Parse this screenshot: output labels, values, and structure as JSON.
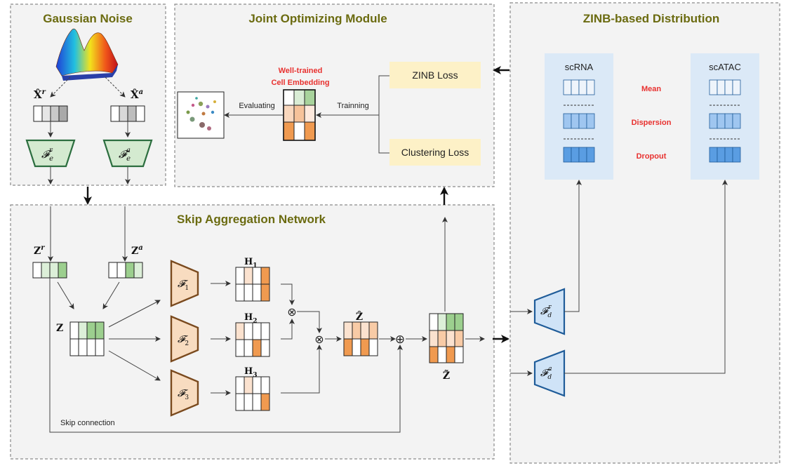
{
  "panels": {
    "gaussian": {
      "title": "Gaussian Noise"
    },
    "joint": {
      "title": "Joint Optimizing Module"
    },
    "skip": {
      "title": "Skip Aggregation Network"
    },
    "zinb": {
      "title": "ZINB-based Distribution"
    }
  },
  "gaussian": {
    "xr": "X̂",
    "xr_sup": "r",
    "xa": "X̂",
    "xa_sup": "a",
    "encoder_r": "𝓕",
    "encoder_r_sub": "e",
    "encoder_r_sup": "r",
    "encoder_a": "𝓕",
    "encoder_a_sub": "e",
    "encoder_a_sup": "a"
  },
  "joint": {
    "embedding_line1": "Well-trained",
    "embedding_line2": "Cell Embedding",
    "evaluating": "Evaluating",
    "training": "Trainning",
    "zinb_loss": "ZINB Loss",
    "clustering_loss": "Clustering Loss"
  },
  "skip": {
    "zr": "Z",
    "zr_sup": "r",
    "za": "Z",
    "za_sup": "a",
    "z": "Z",
    "f1": "𝓕",
    "f1_sub": "1",
    "f2": "𝓕",
    "f2_sub": "2",
    "f3": "𝓕",
    "f3_sub": "3",
    "h1": "H",
    "h1_sub": "1",
    "h2": "H",
    "h2_sub": "2",
    "h3": "H",
    "h3_sub": "3",
    "zhat": "Ẑ",
    "ztilde": "Z̃",
    "skip_connection": "Skip connection",
    "otimes": "⊗",
    "oplus": "⊕"
  },
  "zinb": {
    "scrna": "scRNA",
    "scatac": "scATAC",
    "mean": "Mean",
    "dispersion": "Dispersion",
    "dropout": "Dropout",
    "decoder_r": "𝓕",
    "decoder_r_sub": "d",
    "decoder_r_sup": "r",
    "decoder_a": "𝓕",
    "decoder_a_sub": "d",
    "decoder_a_sup": "a"
  },
  "colors": {
    "panel_bg": "#f3f3f3",
    "title": "#6b6b10",
    "loss_box": "#fdf1c7",
    "zinb_box": "#dbe9f7",
    "encoder_green": "#d4ead0",
    "encoder_stroke": "#2c6e3f",
    "orange_block": "#f8dcc0",
    "orange_stroke": "#7a4a1e",
    "decoder_blue": "#cfe3f7",
    "decoder_stroke": "#1f5c99",
    "red": "#e8312f"
  }
}
